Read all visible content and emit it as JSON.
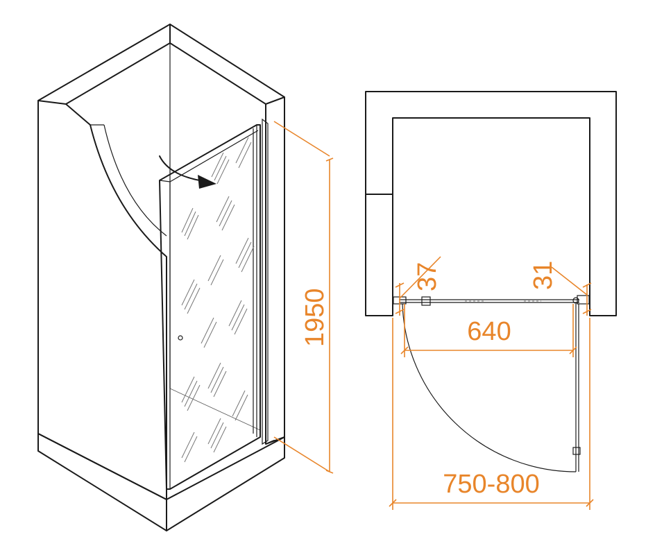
{
  "dimensions": {
    "height_label": "1950",
    "left_gap_label": "37",
    "right_gap_label": "31",
    "door_width_label": "640",
    "total_width_label": "750-800"
  },
  "colors": {
    "dimension": "#e8852a",
    "outline": "#1a1a1a",
    "background": "#ffffff"
  }
}
